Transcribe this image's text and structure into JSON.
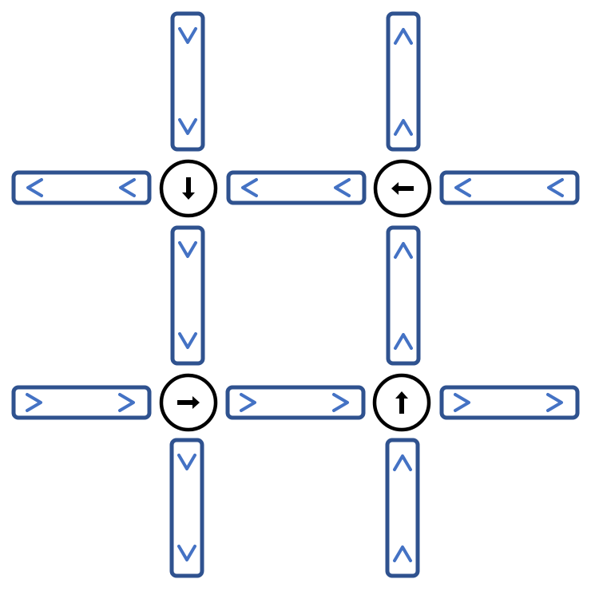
{
  "colors": {
    "track_stroke": "#2F528F",
    "chevron": "#4472C4",
    "node_stroke": "#000000",
    "arrow": "#000000",
    "background": "#FFFFFF"
  },
  "nodes": [
    {
      "id": "top-left",
      "arrow": "down"
    },
    {
      "id": "top-right",
      "arrow": "left"
    },
    {
      "id": "bottom-left",
      "arrow": "right"
    },
    {
      "id": "bottom-right",
      "arrow": "up"
    }
  ],
  "vertical_tracks": [
    {
      "id": "col1-top",
      "chevron": "down"
    },
    {
      "id": "col1-middle",
      "chevron": "down"
    },
    {
      "id": "col1-bottom",
      "chevron": "down"
    },
    {
      "id": "col2-top",
      "chevron": "up"
    },
    {
      "id": "col2-middle",
      "chevron": "up"
    },
    {
      "id": "col2-bottom",
      "chevron": "up"
    }
  ],
  "horizontal_tracks": [
    {
      "id": "row1-left",
      "chevron": "left"
    },
    {
      "id": "row1-middle",
      "chevron": "left"
    },
    {
      "id": "row1-right",
      "chevron": "left"
    },
    {
      "id": "row2-left",
      "chevron": "right"
    },
    {
      "id": "row2-middle",
      "chevron": "right"
    },
    {
      "id": "row2-right",
      "chevron": "right"
    }
  ]
}
